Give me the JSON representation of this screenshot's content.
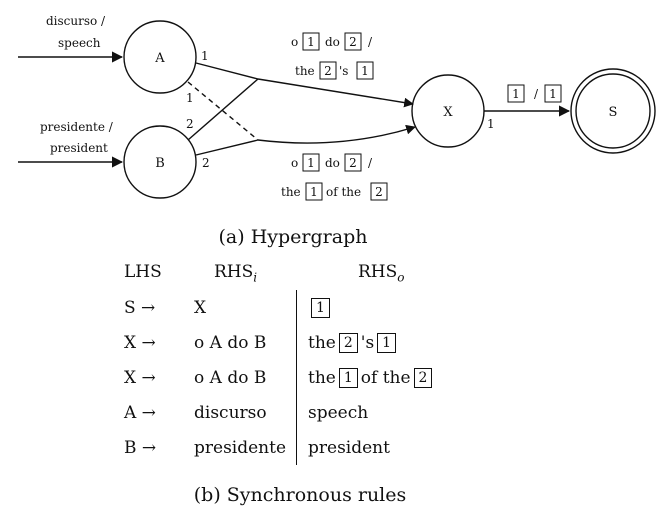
{
  "nodes": [
    {
      "id": "A",
      "label": "A"
    },
    {
      "id": "B",
      "label": "B"
    },
    {
      "id": "X",
      "label": "X"
    },
    {
      "id": "S",
      "label": "S"
    }
  ],
  "edges": {
    "input_A": {
      "top": "discurso /",
      "bottom": "speech"
    },
    "input_B": {
      "top": "presidente /",
      "bottom": "president"
    },
    "port_A1": "1",
    "port_A_dash": "1",
    "port_B2": "2",
    "port_B_side": "2",
    "port_X1": "1",
    "rule1_line1": {
      "pre": "o",
      "b1": "1",
      "mid": "do",
      "b2": "2",
      "post": "/"
    },
    "rule1_line2": {
      "pre": "the",
      "b1": "2",
      "mid": "'s",
      "b2": "1"
    },
    "rule2_line1": {
      "pre": "o",
      "b1": "1",
      "mid": "do",
      "b2": "2",
      "post": "/"
    },
    "rule2_line2": {
      "pre": "the",
      "b1": "1",
      "mid": "of the",
      "b2": "2"
    },
    "out_XS": {
      "b1": "1",
      "slash": "/",
      "b2": "1"
    }
  },
  "caption_a": "(a) Hypergraph",
  "caption_b": "(b) Synchronous rules",
  "table": {
    "headers": {
      "lhs": "LHS",
      "rhs_i": "RHS",
      "rhs_i_sub": "i",
      "rhs_o": "RHS",
      "rhs_o_sub": "o"
    },
    "rows": [
      {
        "lhs": "S →",
        "rhs_i": "X",
        "rhs_o": [
          {
            "box": "1"
          }
        ]
      },
      {
        "lhs": "X →",
        "rhs_i": "o A do B",
        "rhs_o": [
          {
            "text": "the"
          },
          {
            "box": "2"
          },
          {
            "text": "'s"
          },
          {
            "box": "1"
          }
        ]
      },
      {
        "lhs": "X →",
        "rhs_i": "o A do B",
        "rhs_o": [
          {
            "text": "the"
          },
          {
            "box": "1"
          },
          {
            "text": "of the"
          },
          {
            "box": "2"
          }
        ]
      },
      {
        "lhs": "A →",
        "rhs_i": "discurso",
        "rhs_o": [
          {
            "text": "speech"
          }
        ]
      },
      {
        "lhs": "B →",
        "rhs_i": "presidente",
        "rhs_o": [
          {
            "text": "president"
          }
        ]
      }
    ]
  }
}
